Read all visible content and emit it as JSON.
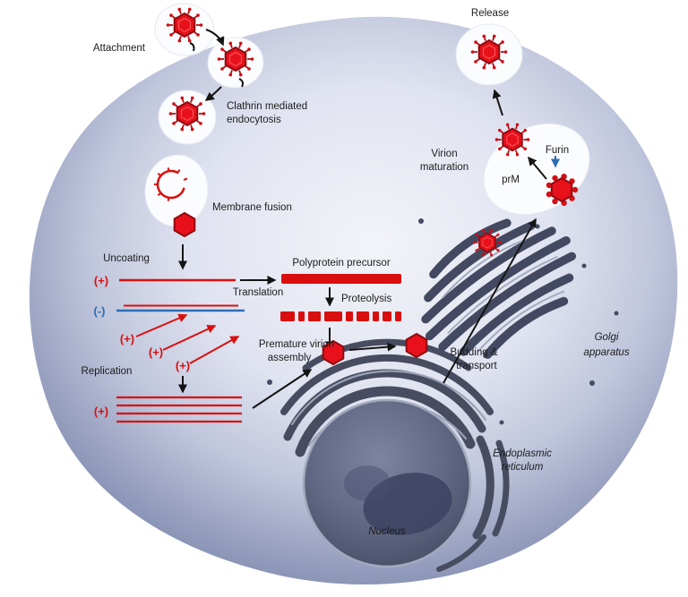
{
  "figure": {
    "type": "virus-replication-cycle-cell-diagram",
    "labels": {
      "attachment": "Attachment",
      "clathrin_line1": "Clathrin mediated",
      "clathrin_line2": "endocytosis",
      "membrane_fusion": "Membrane fusion",
      "uncoating": "Uncoating",
      "translation": "Translation",
      "polyprotein_precursor": "Polyprotein precursor",
      "proteolysis": "Proteolysis",
      "replication": "Replication",
      "premature_line1": "Premature virion",
      "premature_line2": "assembly",
      "budding_line1": "Budding &",
      "budding_line2": "transport",
      "virion_maturation_line1": "Virion",
      "virion_maturation_line2": "maturation",
      "furin": "Furin",
      "prm": "prM",
      "release": "Release",
      "golgi_line1": "Golgi",
      "golgi_line2": "apparatus",
      "er_line1": "Endoplasmic",
      "er_line2": "reticulum",
      "nucleus": "Nucleus",
      "plus_strand": "(+)",
      "minus_strand": "(-)"
    },
    "colors": {
      "virus_red": "#e8111b",
      "strand_plus_red": "#d90f0f",
      "strand_minus_blue": "#2e6db4",
      "organelle_gray": "#474c60",
      "cell_edge": "#8590b2",
      "cell_center": "#f3f4f9",
      "nucleus_fill": "#565d78",
      "vesicle_white": "#fbfcfe"
    }
  }
}
